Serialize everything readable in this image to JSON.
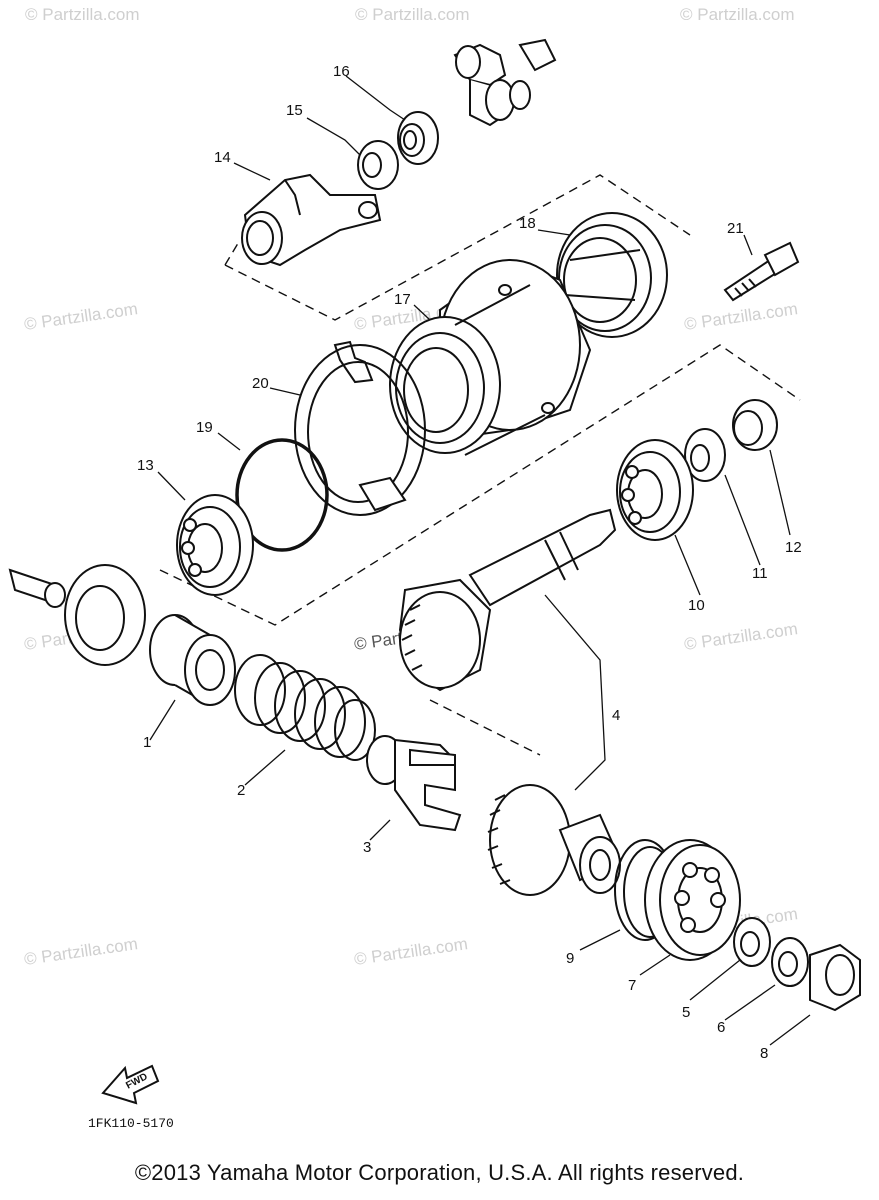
{
  "diagram": {
    "code": "1FK110-5170",
    "copyright": "©2013 Yamaha Motor Corporation, U.S.A. All rights reserved.",
    "watermark": "© Partzilla.com",
    "fwd_label": "FWD",
    "callouts": [
      "1",
      "2",
      "3",
      "4",
      "5",
      "6",
      "7",
      "8",
      "9",
      "10",
      "11",
      "12",
      "13",
      "14",
      "15",
      "16",
      "17",
      "18",
      "19",
      "20",
      "21"
    ]
  }
}
